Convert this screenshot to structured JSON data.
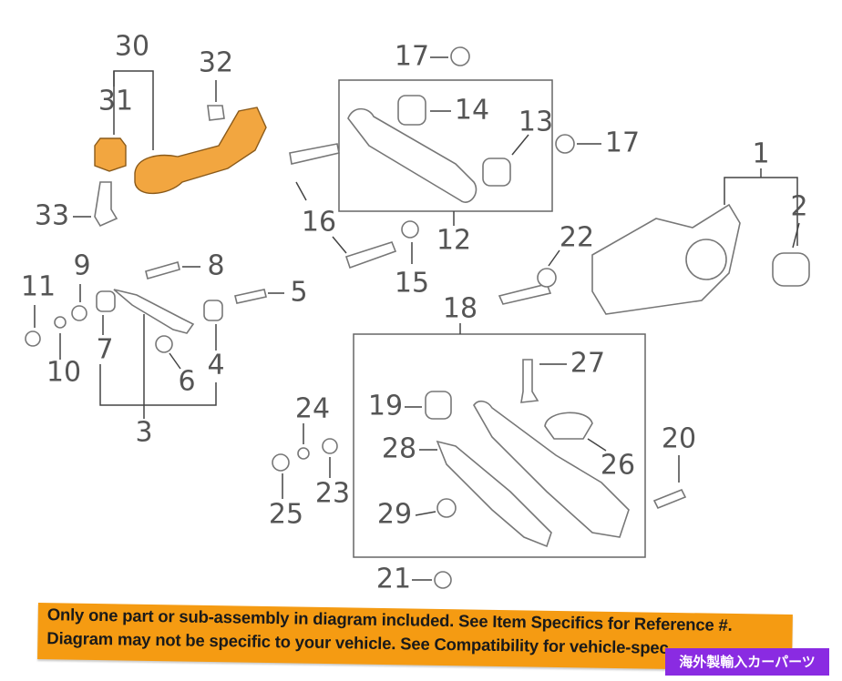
{
  "diagram": {
    "callouts": [
      "30",
      "31",
      "32",
      "33",
      "17",
      "14",
      "13",
      "17",
      "1",
      "2",
      "16",
      "12",
      "22",
      "15",
      "11",
      "9",
      "8",
      "5",
      "7",
      "10",
      "6",
      "4",
      "3",
      "18",
      "27",
      "19",
      "24",
      "28",
      "26",
      "20",
      "23",
      "25",
      "29",
      "21"
    ],
    "highlight_color": "#f2a640"
  },
  "banner": {
    "line1": "Only one part or sub-assembly in diagram included. See Item Specifics for Reference #.",
    "line2": "Diagram may not be specific to your vehicle. See Compatibility for vehicle-spec",
    "color": "#f59b12"
  },
  "watermark": {
    "text": "海外製輸入カーパーツ",
    "color": "#8a2be2"
  }
}
